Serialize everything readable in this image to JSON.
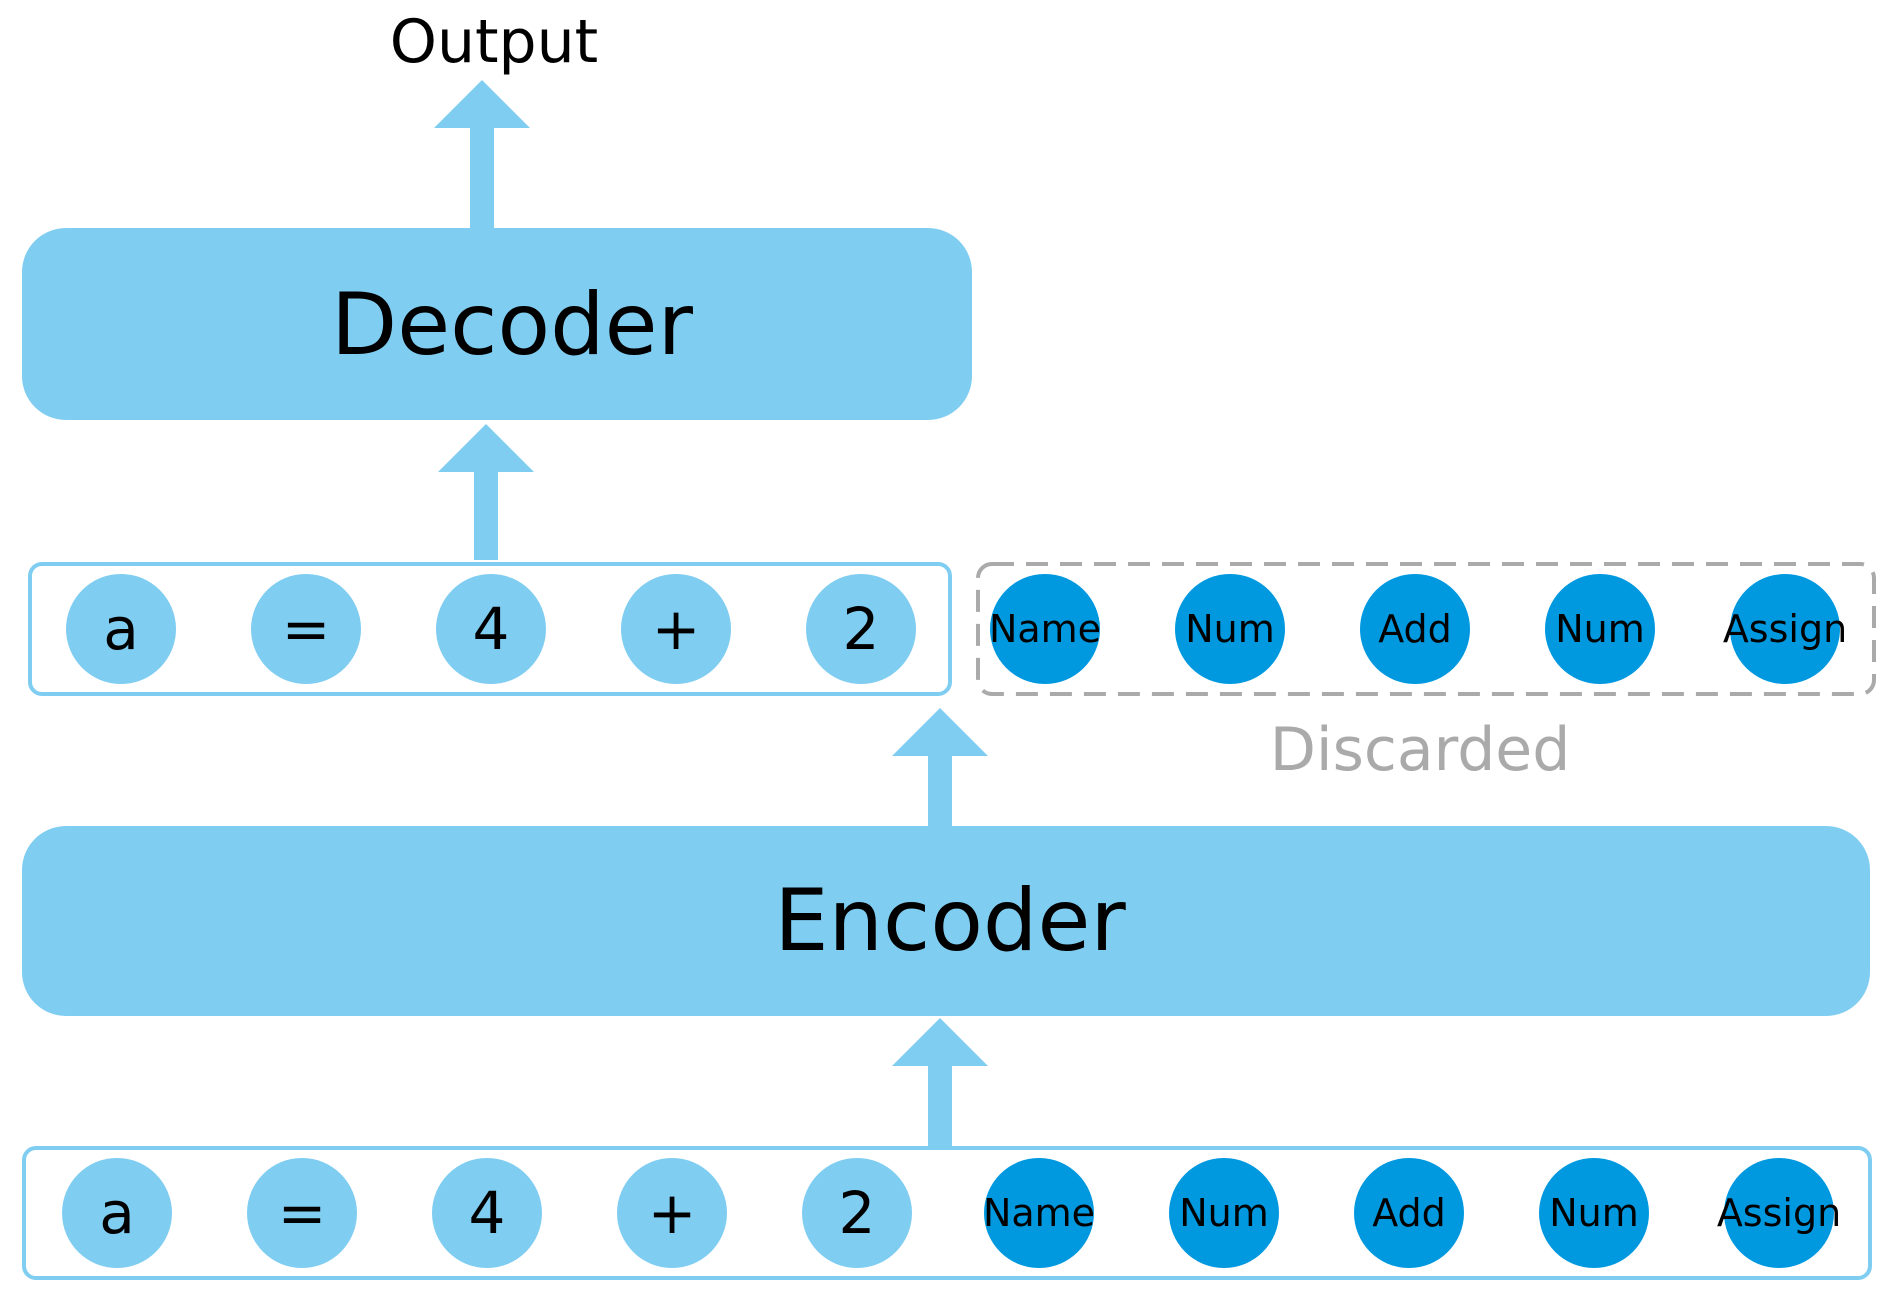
{
  "labels": {
    "output": "Output",
    "decoder": "Decoder",
    "encoder": "Encoder",
    "discarded": "Discarded"
  },
  "colors": {
    "block": "#80CDF2",
    "arrow": "#80CDF2",
    "source_token": "#80CDF2",
    "ast_token": "#0099E0",
    "frame": "#80CDF2",
    "dashed_frame": "#AAAAAA",
    "discarded_text": "#AAAAAA",
    "text": "#000000"
  },
  "decoder_input_tokens": [
    "a",
    "=",
    "4",
    "+",
    "2"
  ],
  "discarded_tokens": [
    "Name",
    "Num",
    "Add",
    "Num",
    "Assign"
  ],
  "encoder_input_source_tokens": [
    "a",
    "=",
    "4",
    "+",
    "2"
  ],
  "encoder_input_ast_tokens": [
    "Name",
    "Num",
    "Add",
    "Num",
    "Assign"
  ]
}
